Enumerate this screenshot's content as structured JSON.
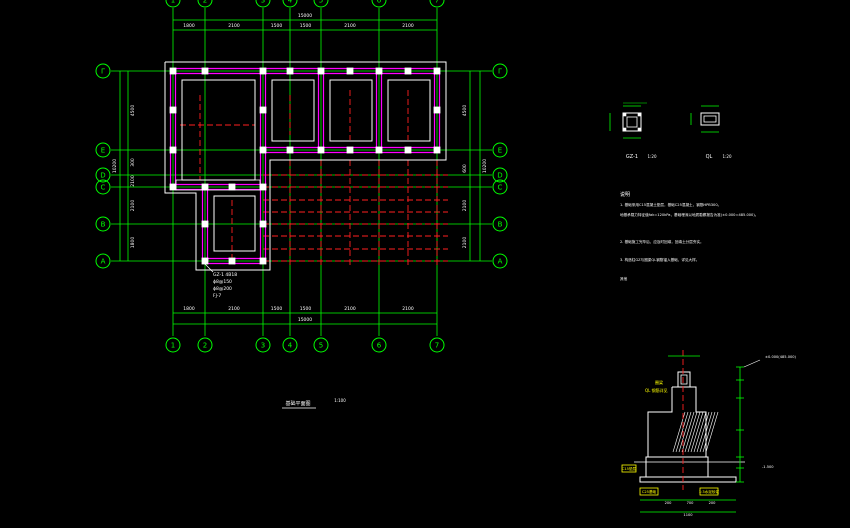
{
  "colors": {
    "background": "#000000",
    "axis": "#00ff00",
    "beam": "#ff00ff",
    "wall": "#ffffff",
    "centerline": "#ff2020",
    "text": "#ffffff",
    "note": "#ffff00"
  },
  "grid": {
    "cols": [
      "1",
      "2",
      "3",
      "4",
      "5",
      "6",
      "7"
    ],
    "rows": [
      "A",
      "B",
      "C",
      "D",
      "E",
      "Γ"
    ]
  },
  "dims": {
    "top_total": "15000",
    "top": [
      "1800",
      "2100",
      "1500",
      "1500",
      "2100",
      "2100"
    ],
    "bottom_total": "15000",
    "bottom": [
      "1800",
      "2100",
      "1500",
      "1500",
      "2100",
      "2100"
    ],
    "left_total": "10200",
    "left": [
      "4500",
      "300",
      "2100",
      "2100",
      "1800"
    ],
    "right": [
      "4500",
      "600",
      "2100",
      "2100"
    ],
    "right_total": "10200"
  },
  "callout": [
    "GZ-1 4B18",
    "ϕ8@150",
    "ϕ8@200",
    "FJ-7"
  ],
  "plan_title": "基础平面图",
  "plan_scale": "1:100",
  "detail_gz": {
    "label": "GZ-1",
    "scale": "1:20"
  },
  "detail_ql": {
    "label": "QL",
    "scale": "1:20"
  },
  "notes": {
    "heading": "说明",
    "lines": [
      "1. 基础采用C15混凝土垫层，基础C25混凝土，钢筋HPB300。",
      "地基承载力特征值fak=120kPa，基础埋深以地质勘察报告为准(±0.000=485.000)。",
      "2. 基础施工完毕后，应及时回填，回填土分层夯实。",
      "3. 构造柱GZ与圈梁QL钢筋锚入基础，详见大样。",
      "其他"
    ]
  },
  "section": {
    "labels": [
      "圈梁",
      "QL 钢筋详见",
      "C15垫层",
      "C25基础",
      "1:3水泥砂浆"
    ],
    "dims_bottom": [
      "200",
      "700",
      "200"
    ],
    "total_bottom": "1100",
    "elev_note": "±0.000(485.000)",
    "side_note": "-1.500"
  }
}
